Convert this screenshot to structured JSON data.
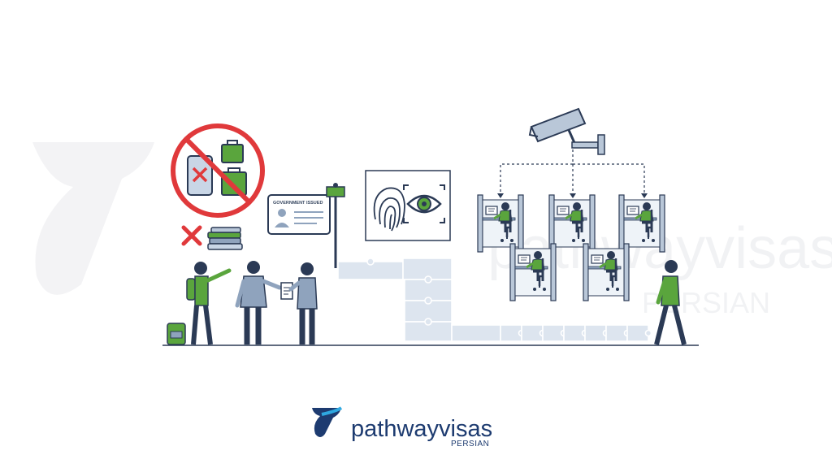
{
  "illustration": {
    "id_card_label": "GOVERNMENT ISSUED",
    "watermark_text": "pathwayvisas",
    "watermark_sub": "PERSIAN"
  },
  "brand": {
    "name": "pathwayvisas",
    "sub": "PERSIAN"
  },
  "colors": {
    "navy": "#2b3a55",
    "green": "#5aa53d",
    "red": "#e0393b",
    "slate": "#8fa3bd",
    "puzzle": "#dde5ef",
    "brand_blue": "#1d3b70",
    "brand_accent": "#2fa8e0"
  }
}
